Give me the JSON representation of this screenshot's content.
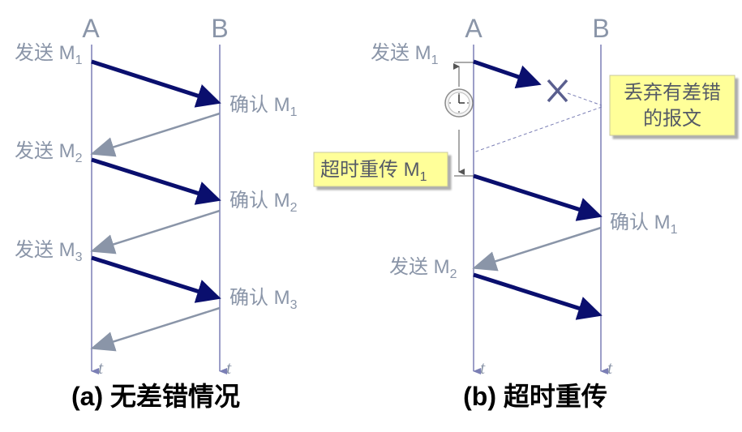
{
  "colors": {
    "timeline": "#7b7fb5",
    "data_arrow": "#0a0f6e",
    "ack_arrow": "#8a95a8",
    "label": "#8a95a8",
    "caption": "#000000",
    "note_fill": "#ffff99",
    "lost_mark": "#5a5f8f"
  },
  "panel_a": {
    "host_a": "A",
    "host_b": "B",
    "time_a": "t",
    "time_b": "t",
    "send1": {
      "text": "发送 M",
      "sub": "1"
    },
    "ack1": {
      "text": "确认 M",
      "sub": "1"
    },
    "send2": {
      "text": "发送 M",
      "sub": "2"
    },
    "ack2": {
      "text": "确认 M",
      "sub": "2"
    },
    "send3": {
      "text": "发送 M",
      "sub": "3"
    },
    "ack3": {
      "text": "确认 M",
      "sub": "3"
    },
    "caption": "(a) 无差错情况"
  },
  "panel_b": {
    "host_a": "A",
    "host_b": "B",
    "time_a": "t",
    "time_b": "t",
    "send1": {
      "text": "发送 M",
      "sub": "1"
    },
    "discard_note": {
      "line1": "丢弃有差错",
      "line2": "的报文"
    },
    "timeout_note": {
      "text": "超时重传 M",
      "sub": "1"
    },
    "ack1": {
      "text": "确认 M",
      "sub": "1"
    },
    "send2": {
      "text": "发送 M",
      "sub": "2"
    },
    "icons": [
      "clock-icon",
      "x-mark-icon"
    ],
    "caption": "(b) 超时重传"
  }
}
